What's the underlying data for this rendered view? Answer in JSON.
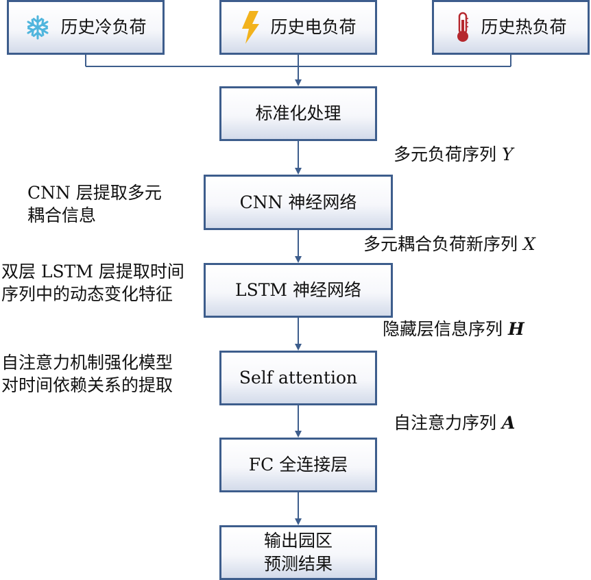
{
  "inputs": [
    {
      "label": "历史冷负荷",
      "icon": "snowflake-icon"
    },
    {
      "label": "历史电负荷",
      "icon": "lightning-icon"
    },
    {
      "label": "历史热负荷",
      "icon": "thermometer-icon"
    }
  ],
  "steps": {
    "normalize": "标准化处理",
    "cnn": "CNN 神经网络",
    "lstm": "LSTM 神经网络",
    "attention": "Self attention",
    "fc": "FC 全连接层",
    "output": [
      "输出园区",
      "预测结果"
    ]
  },
  "flow_labels": {
    "y": {
      "text": "多元负荷序列 ",
      "symbol": "Y"
    },
    "x": {
      "text": "多元耦合负荷新序列 ",
      "symbol": "X"
    },
    "h": {
      "text": "隐藏层信息序列 ",
      "symbol": "H"
    },
    "a": {
      "text": "自注意力序列 ",
      "symbol": "A"
    }
  },
  "notes": {
    "cnn": [
      "CNN 层提取多元",
      "耦合信息"
    ],
    "lstm": [
      "双层 LSTM 层提取时间",
      "序列中的动态变化特征"
    ],
    "attention": [
      "自注意力机制强化模型",
      "对时间依赖关系的提取"
    ]
  },
  "colors": {
    "border": "#3d5d8c",
    "snowflake": "#4fb5dd",
    "lightning": "#f2b21c",
    "thermometer": "#b5272d"
  }
}
